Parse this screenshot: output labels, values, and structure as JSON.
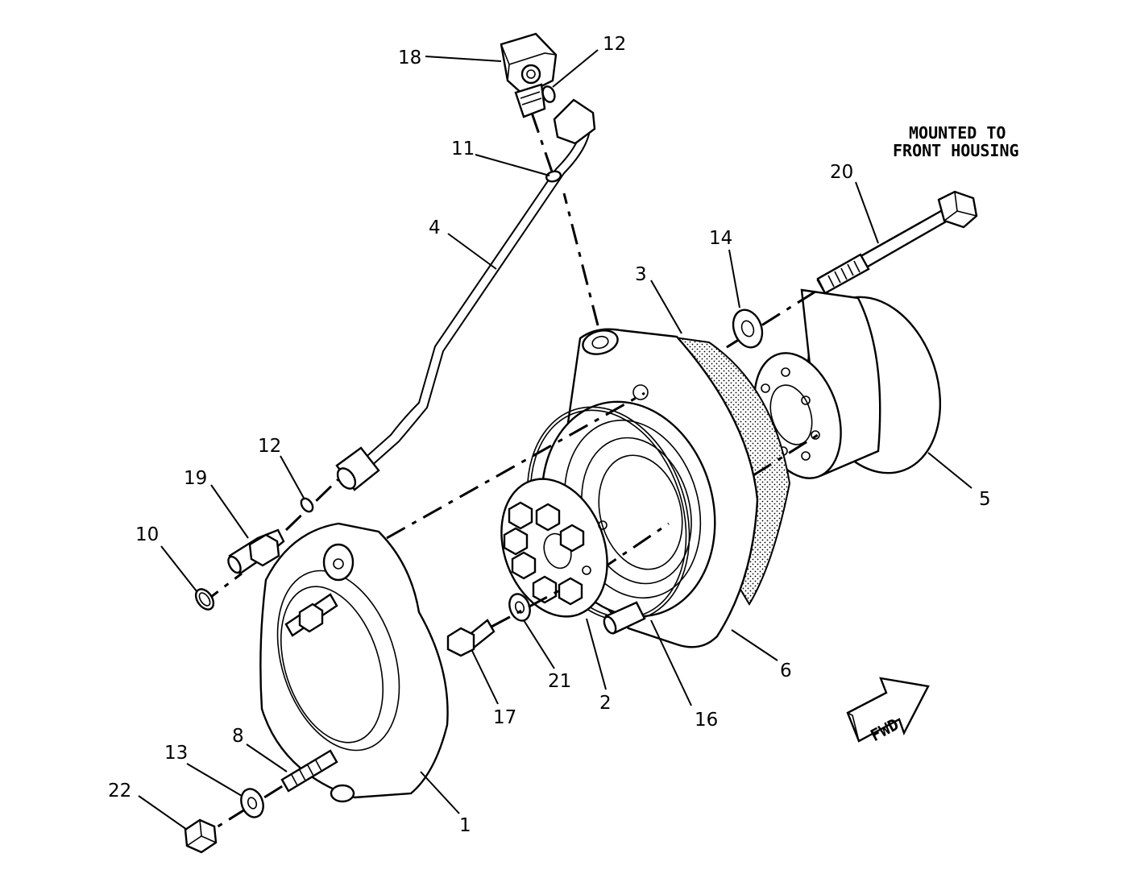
{
  "note": {
    "line1": "MOUNTED TO",
    "line2": "FRONT HOUSING"
  },
  "fwd_arrow": {
    "label": "FWD"
  },
  "callouts": {
    "c18": "18",
    "c12_top": "12",
    "c11": "11",
    "c4": "4",
    "c3": "3",
    "c14": "14",
    "c20": "20",
    "c5": "5",
    "c6": "6",
    "c16": "16",
    "c2": "2",
    "c21": "21",
    "c17": "17",
    "c12_left": "12",
    "c19": "19",
    "c10": "10",
    "c1": "1",
    "c8": "8",
    "c13": "13",
    "c22": "22"
  }
}
